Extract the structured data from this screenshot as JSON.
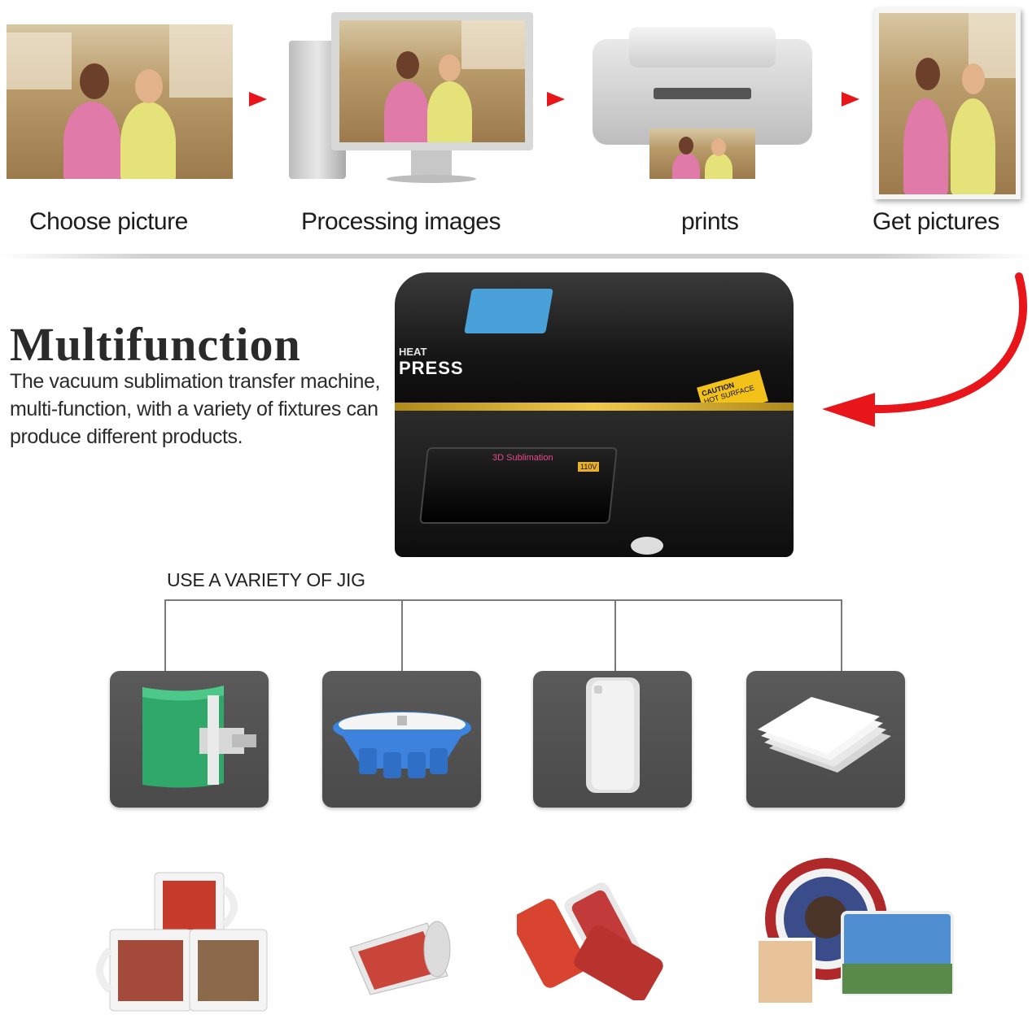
{
  "steps": [
    {
      "label": "Choose picture"
    },
    {
      "label": "Processing images"
    },
    {
      "label": "prints"
    },
    {
      "label": "Get pictures"
    }
  ],
  "multifunction": {
    "title": "Multifunction",
    "desc_line1": "The vacuum sublimation transfer machine,",
    "desc_line2": "multi-function, with a variety of fixtures can",
    "desc_line3": "produce different products."
  },
  "machine": {
    "brand_top": "HEAT",
    "brand_bottom": "PRESS",
    "panel_label": "3D Sublimation",
    "voltage": "110V",
    "caution_line1": "CAUTION",
    "caution_line2": "HOT SURFACE"
  },
  "jig": {
    "title": "USE A VARIETY OF JIG",
    "items": [
      {
        "icon": "mug-clamp-icon"
      },
      {
        "icon": "bowl-fixture-icon"
      },
      {
        "icon": "phone-case-icon"
      },
      {
        "icon": "sheet-stack-icon"
      }
    ]
  },
  "products": [
    {
      "icon": "printed-mugs-icon"
    },
    {
      "icon": "printed-glass-icon"
    },
    {
      "icon": "printed-phone-cases-icon"
    },
    {
      "icon": "printed-plates-icon"
    }
  ],
  "colors": {
    "accent_red": "#e8161b",
    "jig_box": "#4d4d4d"
  }
}
